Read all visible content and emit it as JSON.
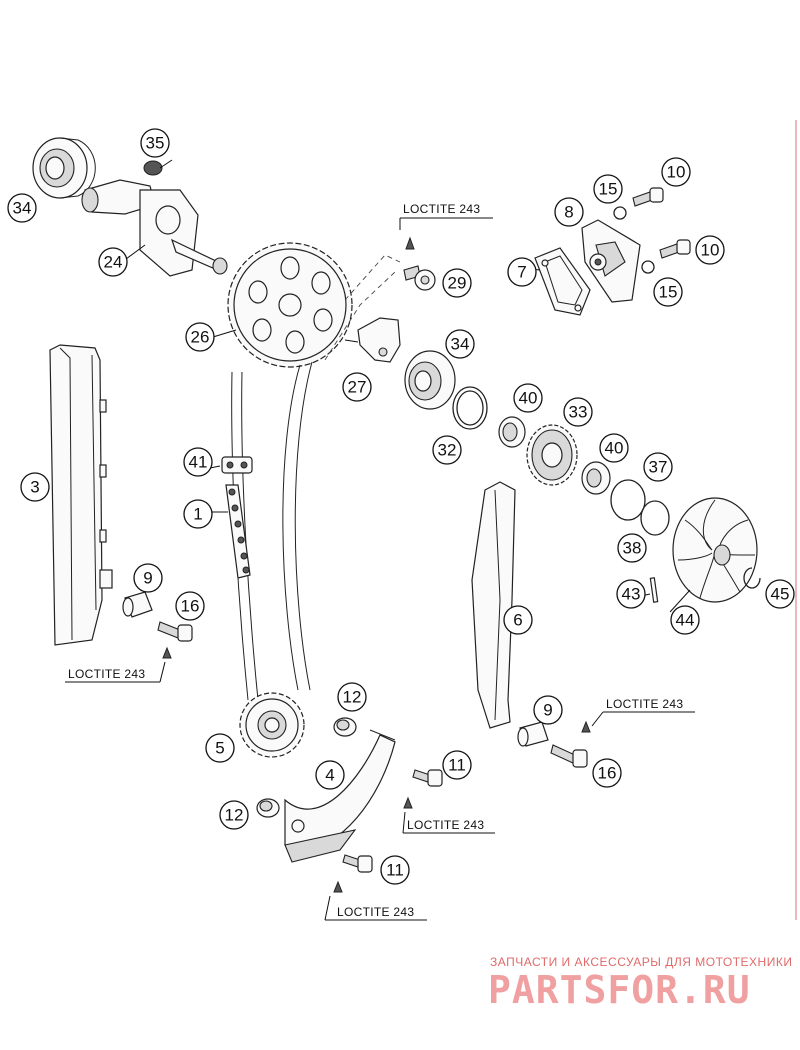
{
  "callouts": {
    "c35": "35",
    "c34a": "34",
    "c24": "24",
    "c26": "26",
    "c10a": "10",
    "c15a": "15",
    "c8": "8",
    "c7": "7",
    "c10b": "10",
    "c15b": "15",
    "c29": "29",
    "c27": "27",
    "c34b": "34",
    "c40a": "40",
    "c32": "32",
    "c33": "33",
    "c40b": "40",
    "c37": "37",
    "c38": "38",
    "c43": "43",
    "c44": "44",
    "c45": "45",
    "c41": "41",
    "c1": "1",
    "c3": "3",
    "c9a": "9",
    "c16a": "16",
    "c6": "6",
    "c12a": "12",
    "c5": "5",
    "c4": "4",
    "c11a": "11",
    "c12b": "12",
    "c11b": "11",
    "c9b": "9",
    "c16b": "16"
  },
  "labels": {
    "loctite_top": "LOCTITE 243",
    "loctite_left": "LOCTITE 243",
    "loctite_right": "LOCTITE 243",
    "loctite_mid": "LOCTITE 243",
    "loctite_bottom": "LOCTITE 243"
  },
  "watermark": {
    "subtitle": "ЗАПЧАСТИ И АКСЕССУАРЫ ДЛЯ МОТОТЕХНИКИ",
    "brand": "PARTSFOR.RU",
    "color": "#e06a6a"
  },
  "colors": {
    "line": "#222222",
    "background": "#ffffff"
  }
}
